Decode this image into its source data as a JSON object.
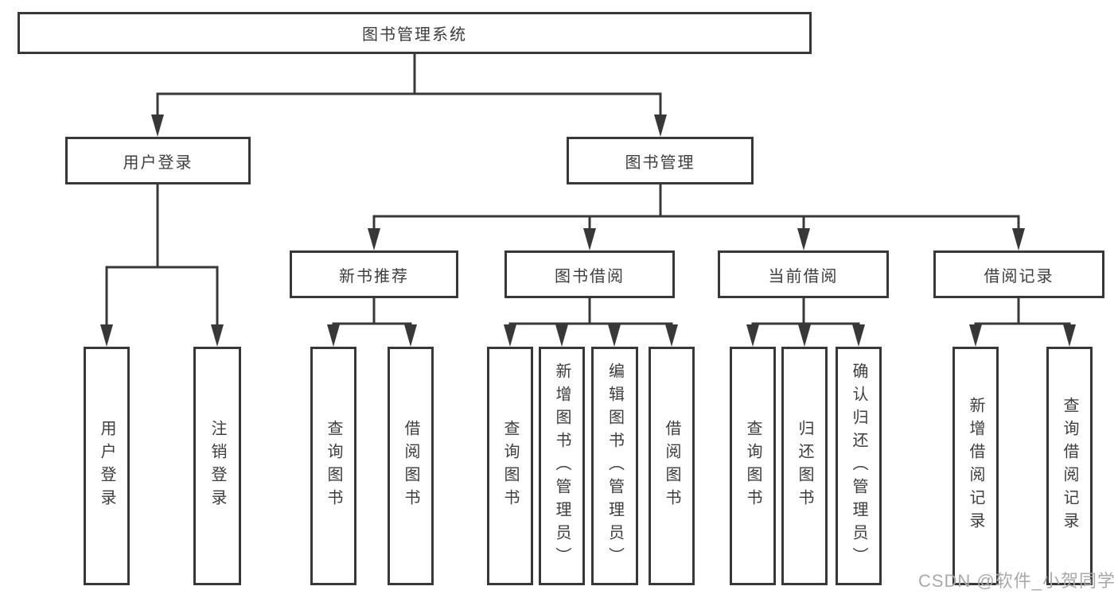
{
  "nodes": {
    "root": "图书管理系统",
    "l2": [
      "用户登录",
      "图书管理"
    ],
    "l3": [
      "新书推荐",
      "图书借阅",
      "当前借阅",
      "借阅记录"
    ],
    "leaves_user_login": [
      "用户登录",
      "注销登录"
    ],
    "leaves_new_book": [
      "查询图书",
      "借阅图书"
    ],
    "leaves_book_borrow": [
      "查询图书",
      "新增图书（管理员）",
      "编辑图书（管理员）",
      "借阅图书"
    ],
    "leaves_current_borrow": [
      "查询图书",
      "归还图书",
      "确认归还（管理员）"
    ],
    "leaves_borrow_record": [
      "新增借阅记录",
      "查询借阅记录"
    ]
  },
  "watermark": "CSDN @软件_小贺同学",
  "colors": {
    "line": "#383838",
    "text": "#3d3d3d",
    "watermark": "#a9a9a9",
    "background": "#ffffff"
  }
}
